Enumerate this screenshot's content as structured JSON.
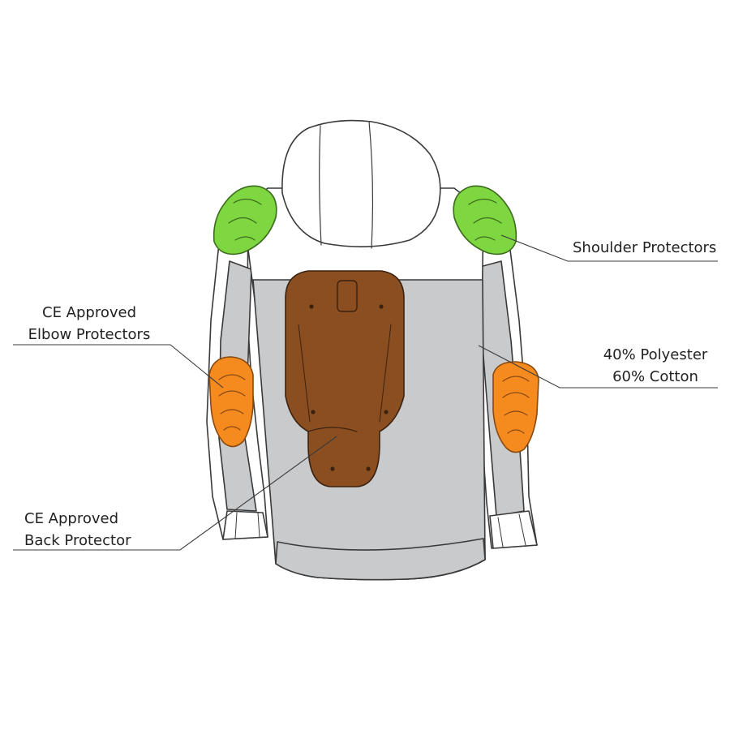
{
  "labels": {
    "shoulder": {
      "line1": "Shoulder Protectors"
    },
    "elbow": {
      "line1": "CE Approved",
      "line2": "Elbow Protectors"
    },
    "material": {
      "line1": "40% Polyester",
      "line2": "60% Cotton"
    },
    "back": {
      "line1": "CE Approved",
      "line2": "Back Protector"
    }
  },
  "colors": {
    "outline": "#3a3a3a",
    "jacket_white": "#ffffff",
    "jacket_gray": "#c8cacc",
    "shoulder_green": "#7ed640",
    "elbow_orange": "#f58a1f",
    "back_brown": "#8a4e20",
    "leader_line": "#3a3a3a"
  },
  "icons": [
    "jacket-illustration",
    "shoulder-protector-icon",
    "elbow-protector-icon",
    "back-protector-icon"
  ]
}
